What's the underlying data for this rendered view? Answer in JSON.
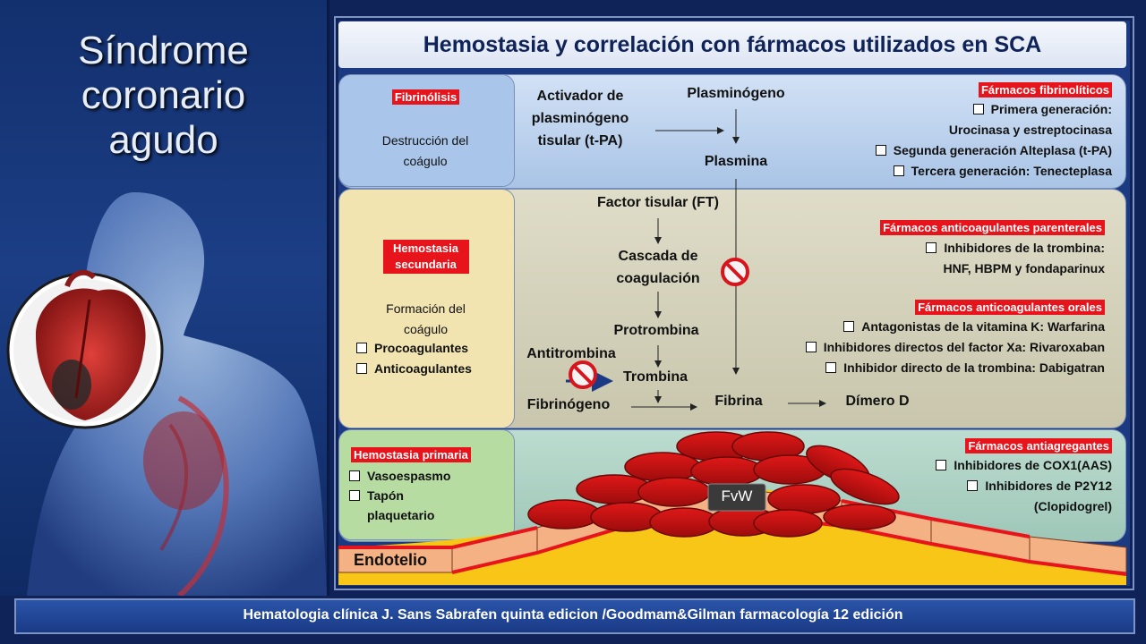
{
  "left": {
    "title": "Síndrome\ncoronario\nagudo"
  },
  "header": {
    "title": "Hemostasia y correlación con fármacos utilizados en SCA"
  },
  "fibrinolysis": {
    "label": "Fibrinólisis",
    "description": "Destrucción del coágulo",
    "activator": "Activador de plasminógeno tisular (t-PA)",
    "plasminogen": "Plasminógeno",
    "plasmin": "Plasmina",
    "drugs_title": "Fármacos fibrinolíticos",
    "drugs": [
      "Primera generación:",
      "Urocinasa y estreptocinasa",
      "Segunda generación Alteplasa (t-PA)",
      "Tercera generación: Tenecteplasa"
    ]
  },
  "secondary": {
    "label": "Hemostasia secundaria",
    "description": "Formación del coágulo",
    "items": [
      "Procoagulantes",
      "Anticoagulantes"
    ],
    "tissue_factor": "Factor tisular (FT)",
    "cascade": "Cascada de coagulación",
    "prothrombin": "Protrombina",
    "antithrombin": "Antitrombina",
    "thrombin": "Trombina",
    "fibrinogen": "Fibrinógeno",
    "fibrin": "Fibrina",
    "ddimer": "Dímero D",
    "parenteral_title": "Fármacos anticoagulantes parenterales",
    "parenteral": [
      "Inhibidores de la trombina:",
      "HNF,  HBPM y fondaparinux"
    ],
    "oral_title": "Fármacos anticoagulantes orales",
    "oral": [
      "Antagonistas de la vitamina K: Warfarina",
      "Inhibidores directos del factor Xa: Rivaroxaban",
      "Inhibidor directo de la trombina: Dabigatran"
    ]
  },
  "primary": {
    "label": "Hemostasia primaria",
    "items": [
      "Vasoespasmo",
      "Tapón plaquetario"
    ],
    "fvw": "FvW",
    "endothelium": "Endotelio",
    "drugs_title": "Fármacos antiagregantes",
    "drugs": [
      "Inhibidores de COX1(AAS)",
      "Inhibidores de P2Y12",
      "(Clopidogrel)"
    ]
  },
  "footer": {
    "text": "Hematologia clínica J. Sans Sabrafen quinta edicion /Goodmam&Gilman farmacología 12 edición"
  }
}
